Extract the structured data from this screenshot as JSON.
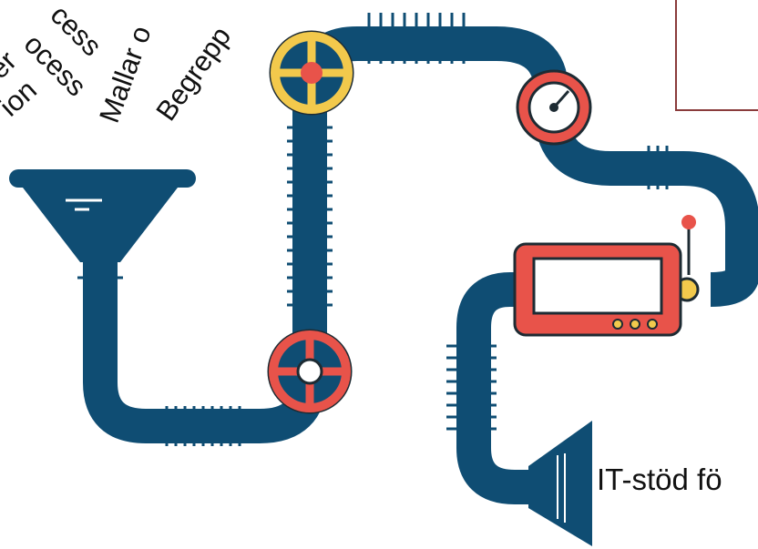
{
  "diagram": {
    "input_words": [
      "er",
      "ocess",
      "ion",
      "cess",
      "Mallar o",
      "Begrepp"
    ],
    "output_label": "IT-stöd fö",
    "icons": [
      "funnel-icon",
      "valve-wheel-icon",
      "pressure-gauge-icon",
      "monitor-device-icon",
      "speaker-horn-icon",
      "pipe-icon"
    ],
    "colors": {
      "pipe": "#0f4d73",
      "valve_yellow": "#f2c94c",
      "accent_red": "#e8534a",
      "box_border": "#8a3b3b",
      "text": "#111111"
    }
  }
}
